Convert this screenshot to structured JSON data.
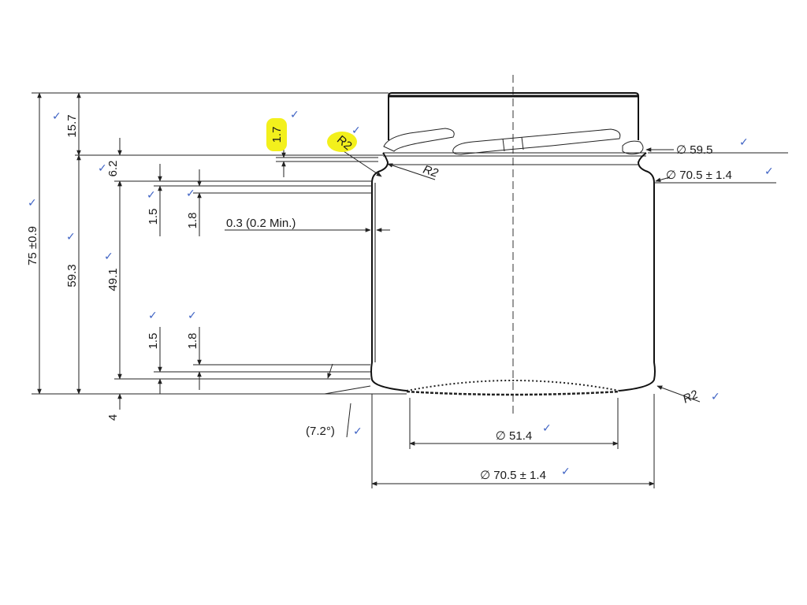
{
  "dimensions": {
    "overall_height": "75 ±0.9",
    "finish_height": "15.7",
    "body_height": "59.3",
    "shoulder_height": "6.2",
    "wall_height": "49.1",
    "top_offset": "1.5",
    "top_offset2": "1.8",
    "bottom_offset": "1.5",
    "bottom_offset2": "1.8",
    "base_gap": "4",
    "lug_height": "1.7",
    "radius_left": "R2",
    "radius_inner": "R2",
    "radius_base": "R2",
    "wall_thickness": "0.3 (0.2 Min.)",
    "finish_diameter": "∅ 59.5",
    "neck_diameter": "∅ 70.5 ± 1.4",
    "base_diameter": "∅ 51.4",
    "body_diameter": "∅ 70.5 ± 1.4",
    "base_angle": "(7.2°)"
  },
  "check_mark": "✓",
  "colors": {
    "highlight": "#f3f01c",
    "check": "#3f63c4"
  }
}
